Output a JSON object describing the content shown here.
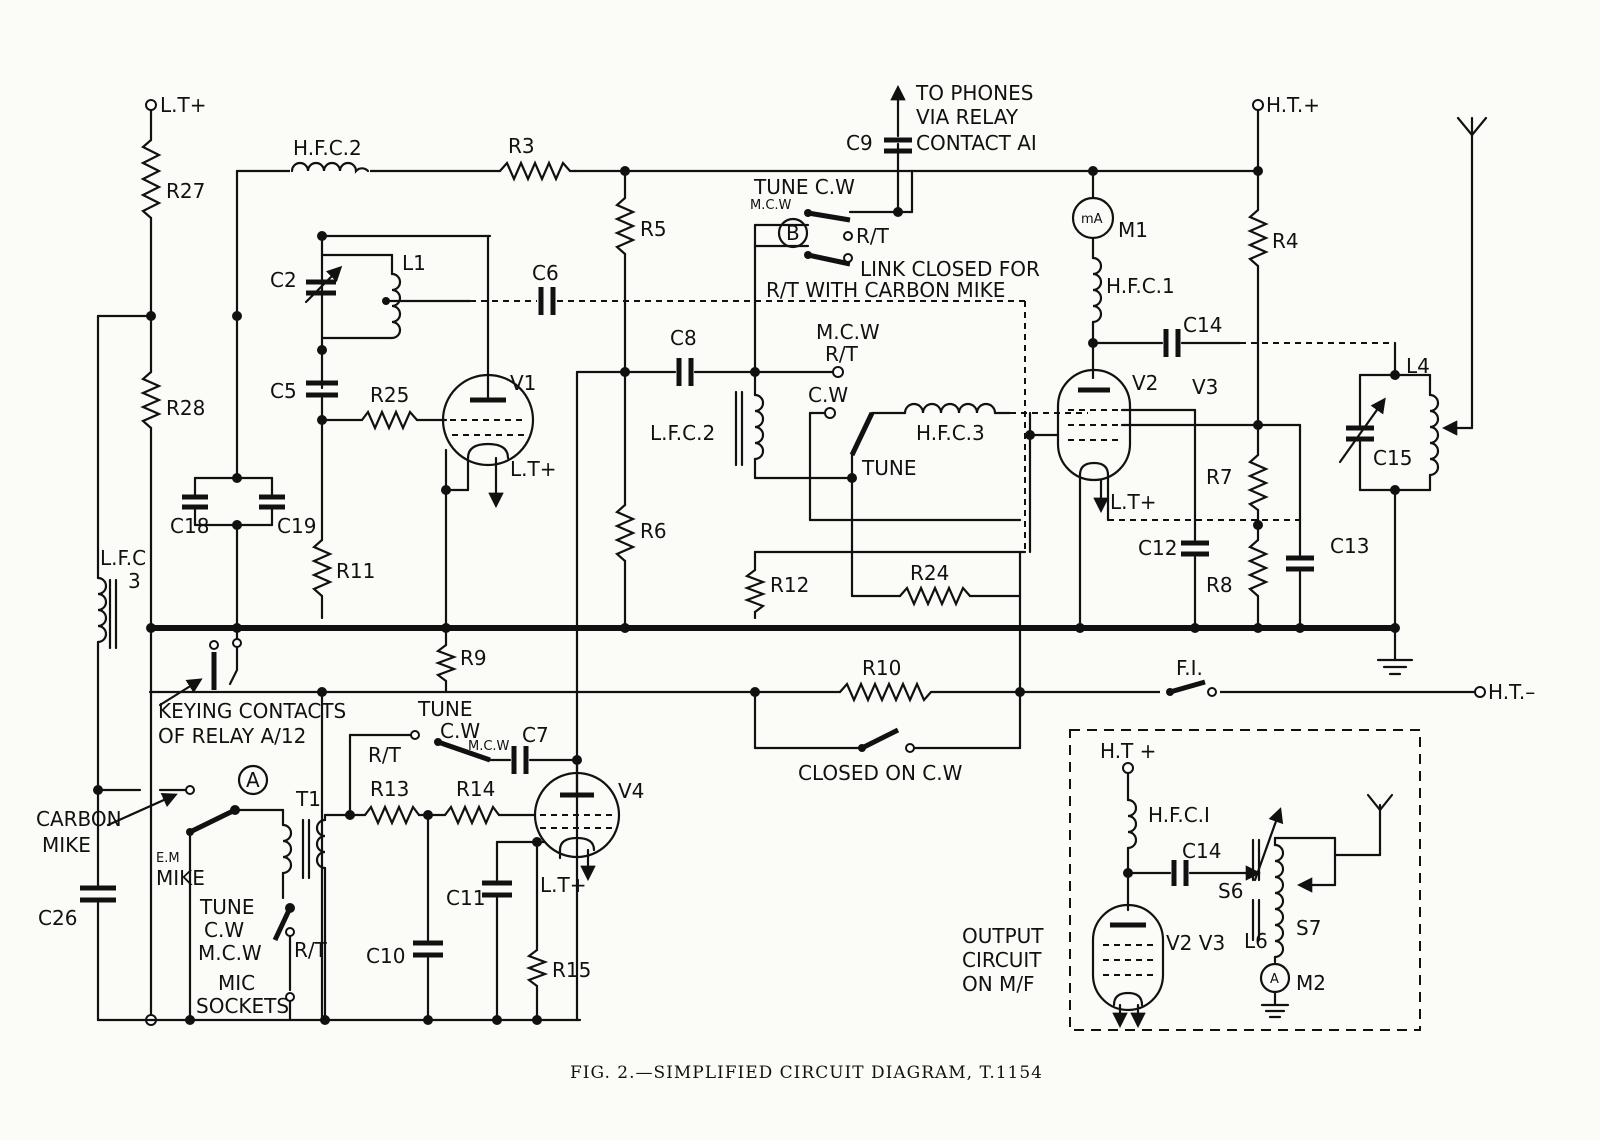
{
  "caption": "FIG. 2.—SIMPLIFIED CIRCUIT DIAGRAM, T.1154",
  "labels": {
    "lt_plus": "L.T+",
    "ht_plus": "H.T.+",
    "ht_minus": "H.T.–",
    "to_phones_1": "TO PHONES",
    "to_phones_2": "VIA RELAY",
    "to_phones_3": "CONTACT AI",
    "hfc2": "H.F.C.2",
    "r3": "R3",
    "r27": "R27",
    "r28": "R28",
    "r5": "R5",
    "r6": "R6",
    "r4": "R4",
    "c9": "C9",
    "tune_cw": "TUNE C.W",
    "mcw_small": "M.C.W",
    "switch_b": "B",
    "rt": "R/T",
    "link_1": "LINK CLOSED FOR",
    "link_2": "R/T WITH CARBON MIKE",
    "ma": "mA",
    "m1": "M1",
    "hfc1": "H.F.C.1",
    "c14": "C14",
    "c2": "C2",
    "l1": "L1",
    "c6": "C6",
    "c8": "C8",
    "mcw": "M.C.W",
    "cw": "C.W",
    "hfc3": "H.F.C.3",
    "tune": "TUNE",
    "lfc2": "L.F.C.2",
    "c5": "C5",
    "r25": "R25",
    "v1": "V1",
    "v2": "V2",
    "v3": "V3",
    "l4": "L4",
    "c15": "C15",
    "r7": "R7",
    "c12": "C12",
    "r8": "R8",
    "c13": "C13",
    "c18": "C18",
    "c19": "C19",
    "r11": "R11",
    "lfc3_1": "L.F.C",
    "lfc3_2": "3",
    "r12": "R12",
    "r24": "R24",
    "r9": "R9",
    "r10": "R10",
    "f1": "F.I.",
    "keying_1": "KEYING CONTACTS",
    "keying_2": "OF RELAY A/12",
    "closed_cw": "CLOSED ON C.W",
    "switch_a": "A",
    "t1": "T1",
    "c7": "C7",
    "v4": "V4",
    "r13": "R13",
    "r14": "R14",
    "carbon_1": "CARBON",
    "carbon_2": "MIKE",
    "em_1": "E.M",
    "em_2": "MIKE",
    "c26": "C26",
    "c11": "C11",
    "c10": "C10",
    "r15": "R15",
    "mic_1": "MIC",
    "mic_2": "SOCKETS",
    "inset_htplus": "H.T +",
    "inset_hfc1": "H.F.C.I",
    "inset_c14": "C14",
    "s6": "S6",
    "s7": "S7",
    "l6": "L6",
    "amm": "A",
    "m2": "M2",
    "output_1": "OUTPUT",
    "output_2": "CIRCUIT",
    "output_3": "ON M/F",
    "inset_v2v3": "V2 V3"
  }
}
